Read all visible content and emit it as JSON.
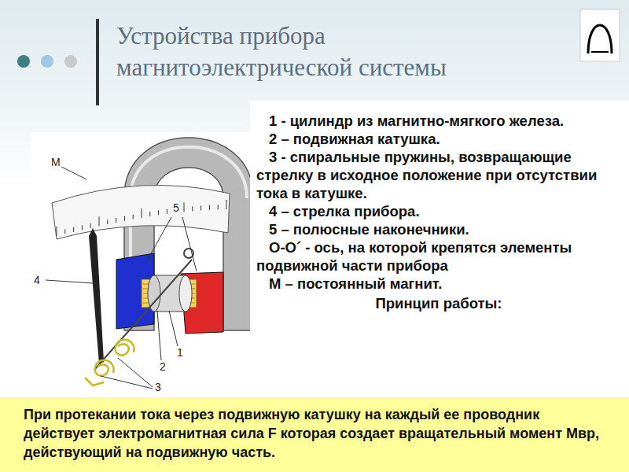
{
  "diagram": {
    "title": "Устройства прибора магнитоэлектрической системы",
    "nodes": [
      {
        "text": [
          "1 - цилиндр из магнитно-мягкого железа.",
          "2 – подвижная катушка.",
          "3 - спиральные пружины, возвращающие стрелку в исходное положение при отсутствии тока в катушке.",
          "4 – стрелка прибора.",
          "5 – полюсные наконечники.",
          "О-О´ - ось, на которой крепятся элементы подвижной части прибора",
          "М – постоянный магнит.",
          "Принцип работы:"
        ]
      },
      {
        "text": [
          "При протекании тока через подвижную катушку на каждый ее проводник действует электромагнитная сила F которая создает вращательный момент Мвр, действующий на подвижную часть."
        ]
      }
    ],
    "labels": [
      "М",
      "5",
      "4",
      "1",
      "2",
      "3"
    ]
  }
}
